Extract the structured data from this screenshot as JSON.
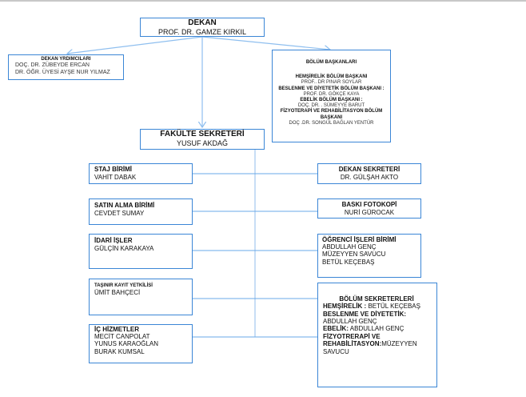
{
  "dekan": {
    "title": "DEKAN",
    "name": "PROF. DR.  GAMZE KIRKIL"
  },
  "dekan_yardimcilari": {
    "title": "DEKAN YRDIMCILARI",
    "members": [
      "DOÇ. DR.  ZÜBEYDE ERCAN",
      "DR. ÖĞR. ÜYESİ   AYŞE NUR YILMAZ"
    ]
  },
  "bolum_baskanlari": {
    "title": "BÖLÜM BAŞKANLARI",
    "entries": [
      {
        "role": "HEMŞİRELİK BÖLÜM BAŞKANI",
        "name": "PROF.. DR   PINAR SOYLAR"
      },
      {
        "role": "BESLENME VE DİYETETİK BÖLÜM BAŞKANI  :",
        "name": "PROF. DR.  GÖKÇE KAYA"
      },
      {
        "role": "EBELİK BÖLÜM BAŞKANI :",
        "name": "DOÇ. DR. . SÜMEYYE BARUT"
      },
      {
        "role": "FİZYOTERAPİ VE REHABİLİTASYON BÖLÜM BAŞKANI",
        "name": "DOÇ .DR.  SONGÜL BAĞLAN YENTÜR"
      }
    ]
  },
  "fakulte_sekreteri": {
    "title": "FAKÜLTE SEKRETERİ",
    "name": "YUSUF AKDAĞ"
  },
  "left_units": [
    {
      "title": "STAJ BİRİMİ",
      "members": [
        "VAHİT DABAK"
      ]
    },
    {
      "title": "SATIN ALMA BİRİMİ",
      "members": [
        "CEVDET SUMAY"
      ]
    },
    {
      "title": "İDARİ İŞLER",
      "members": [
        "GÜLÇİN KARAKAYA"
      ]
    },
    {
      "title": "TAŞINIR KAYIT YETKİLİSİ",
      "members": [
        "ÜMİT BAHÇECİ"
      ]
    },
    {
      "title": "İÇ HİZMETLER",
      "members": [
        "MECİT CANPOLAT",
        "YUNUS KARAOĞLAN",
        "BURAK KUMSAL"
      ]
    }
  ],
  "right_units": [
    {
      "title": "DEKAN SEKRETERİ",
      "members": [
        "DR. GÜLŞAH AKTO"
      ]
    },
    {
      "title": "BASKI FOTOKOPİ",
      "members": [
        "NURİ GÜROCAK"
      ]
    },
    {
      "title": "ÖĞRENCİ İŞLERİ BİRİMİ",
      "members": [
        "ABDULLAH GENÇ",
        "MÜZEYYEN SAVUCU",
        "BETÜL KEÇEBAŞ"
      ]
    }
  ],
  "bolum_sekreterleri": {
    "title": "BÖLÜM SEKRETERLERİ",
    "entries": [
      {
        "dept": "HEMŞİRELİK :",
        "name": " BETÜL KEÇEBAŞ"
      },
      {
        "dept": "BESLENME VE DİYETETİK:",
        "name": " ABDULLAH GENÇ"
      },
      {
        "dept": "EBELİK:",
        "name": " ABDULLAH GENÇ"
      },
      {
        "dept": "FİZYOTRERAPİ VE REHABİLİTASYON:",
        "name": "MÜZEYYEN SAVUCU"
      }
    ]
  },
  "colors": {
    "border": "#3b86d6",
    "connector": "#8fbfef"
  }
}
